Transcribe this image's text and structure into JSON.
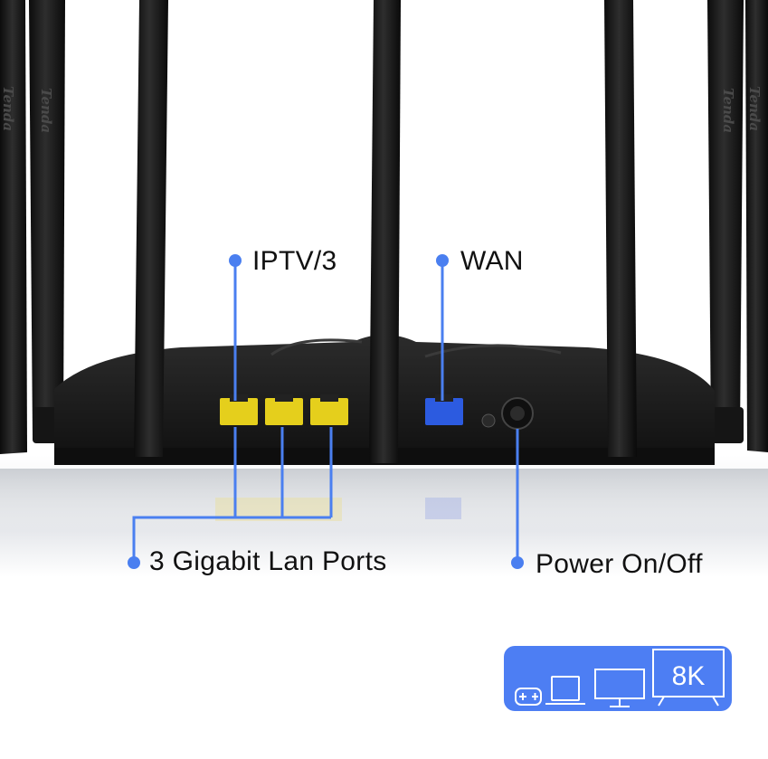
{
  "labels": {
    "iptv": "IPTV/3",
    "wan": "WAN",
    "lan_ports": "3 Gigabit Lan Ports",
    "power": "Power On/Off"
  },
  "brand_text": "Tenda",
  "badge": {
    "text": "8K",
    "icons": [
      "gamepad-icon",
      "laptop-icon",
      "monitor-icon",
      "tv-icon"
    ]
  },
  "colors": {
    "accent": "#4a7ff0",
    "badge": "#4d7ef3",
    "lan_port": "#e5cf1c",
    "wan_port": "#2c5be0",
    "router": "#1a1a1a"
  }
}
